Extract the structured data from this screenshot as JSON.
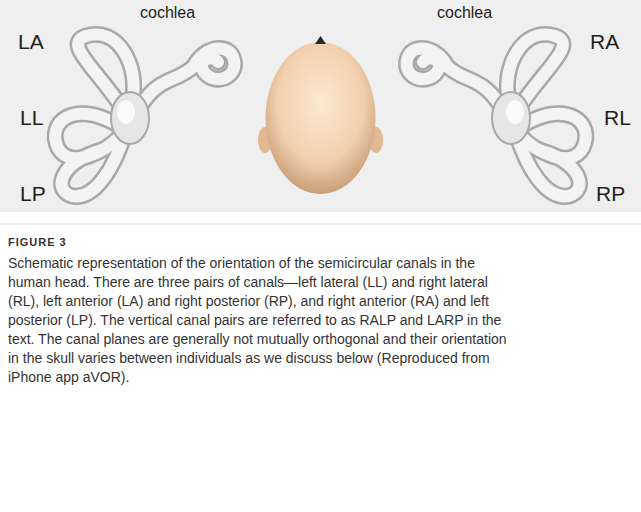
{
  "diagram": {
    "title": "FIGURE 3",
    "caption": "Schematic representation of the orientation of the semicircular canals in the human head. There are three pairs of canals—left lateral (LL) and right lateral (RL), left anterior (LA) and right posterior (RP), and right anterior (RA) and left posterior (LP). The vertical canal pairs are referred to as RALP and LARP in the text. The canal planes are generally not mutually orthogonal and their orientation in the skull varies between individuals as we discuss below (Reproduced from iPhone app aVOR).",
    "labels": [
      "cochlea",
      "cochlea",
      "LA",
      "RA",
      "LL",
      "RL",
      "LP",
      "RP"
    ]
  }
}
